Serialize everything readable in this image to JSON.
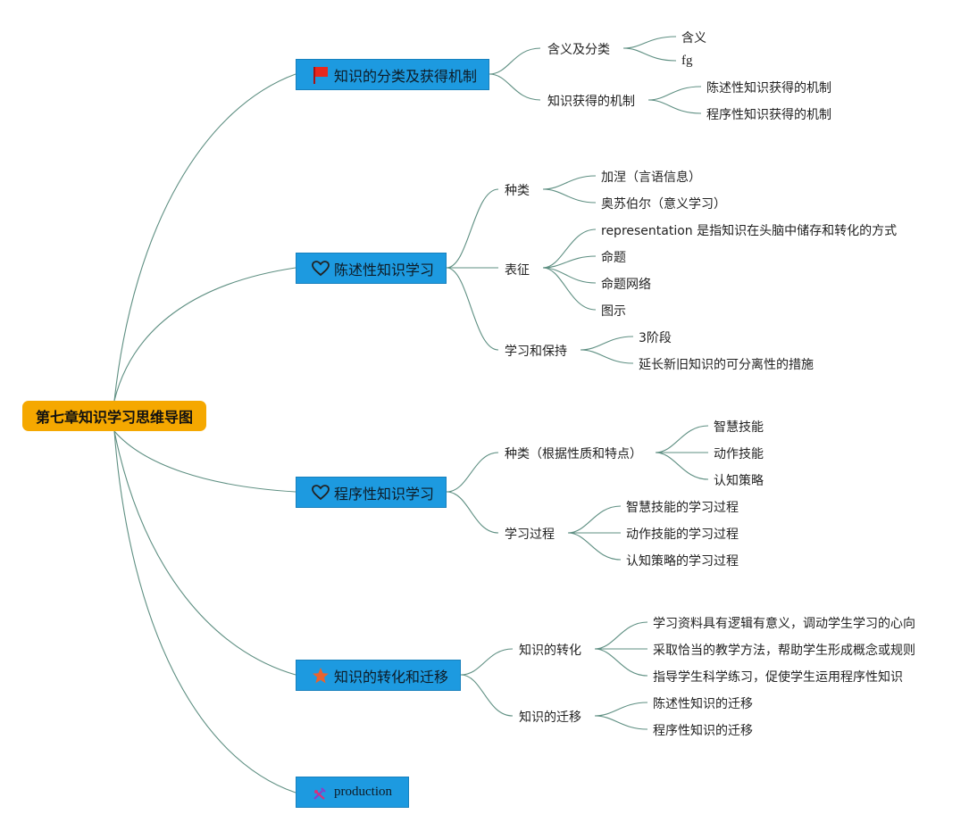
{
  "root": {
    "label": "第七章知识学习思维导图"
  },
  "branches": [
    {
      "label": "知识的分类及获得机制",
      "icon": "red-flag-icon",
      "children": [
        {
          "label": "含义及分类",
          "leaves": [
            "含义",
            "fg"
          ]
        },
        {
          "label": "知识获得的机制",
          "leaves": [
            "陈述性知识获得的机制",
            "程序性知识获得的机制"
          ]
        }
      ]
    },
    {
      "label": "陈述性知识学习",
      "icon": "heart-outline-icon",
      "children": [
        {
          "label": "种类",
          "leaves": [
            "加涅（言语信息）",
            "奥苏伯尔（意义学习）"
          ]
        },
        {
          "label": "表征",
          "leaves": [
            "representation 是指知识在头脑中储存和转化的方式",
            "命题",
            "命题网络",
            "图示"
          ]
        },
        {
          "label": "学习和保持",
          "leaves": [
            "3阶段",
            "延长新旧知识的可分离性的措施"
          ]
        }
      ]
    },
    {
      "label": "程序性知识学习",
      "icon": "heart-outline-icon",
      "children": [
        {
          "label": "种类（根据性质和特点）",
          "leaves": [
            "智慧技能",
            "动作技能",
            "认知策略"
          ]
        },
        {
          "label": "学习过程",
          "leaves": [
            "智慧技能的学习过程",
            "动作技能的学习过程",
            "认知策略的学习过程"
          ]
        }
      ]
    },
    {
      "label": "知识的转化和迁移",
      "icon": "orange-star-icon",
      "children": [
        {
          "label": "知识的转化",
          "leaves": [
            "学习资料具有逻辑有意义，调动学生学习的心向",
            "采取恰当的教学方法，帮助学生形成概念或规则",
            "指导学生科学练习，促使学生运用程序性知识"
          ]
        },
        {
          "label": "知识的迁移",
          "leaves": [
            "陈述性知识的迁移",
            "程序性知识的迁移"
          ]
        }
      ]
    },
    {
      "label": "production",
      "icon": "tools-icon",
      "children": []
    }
  ],
  "colors": {
    "root": "#f5a800",
    "branch": "#1d9ae0",
    "link": "#5e8f82"
  }
}
